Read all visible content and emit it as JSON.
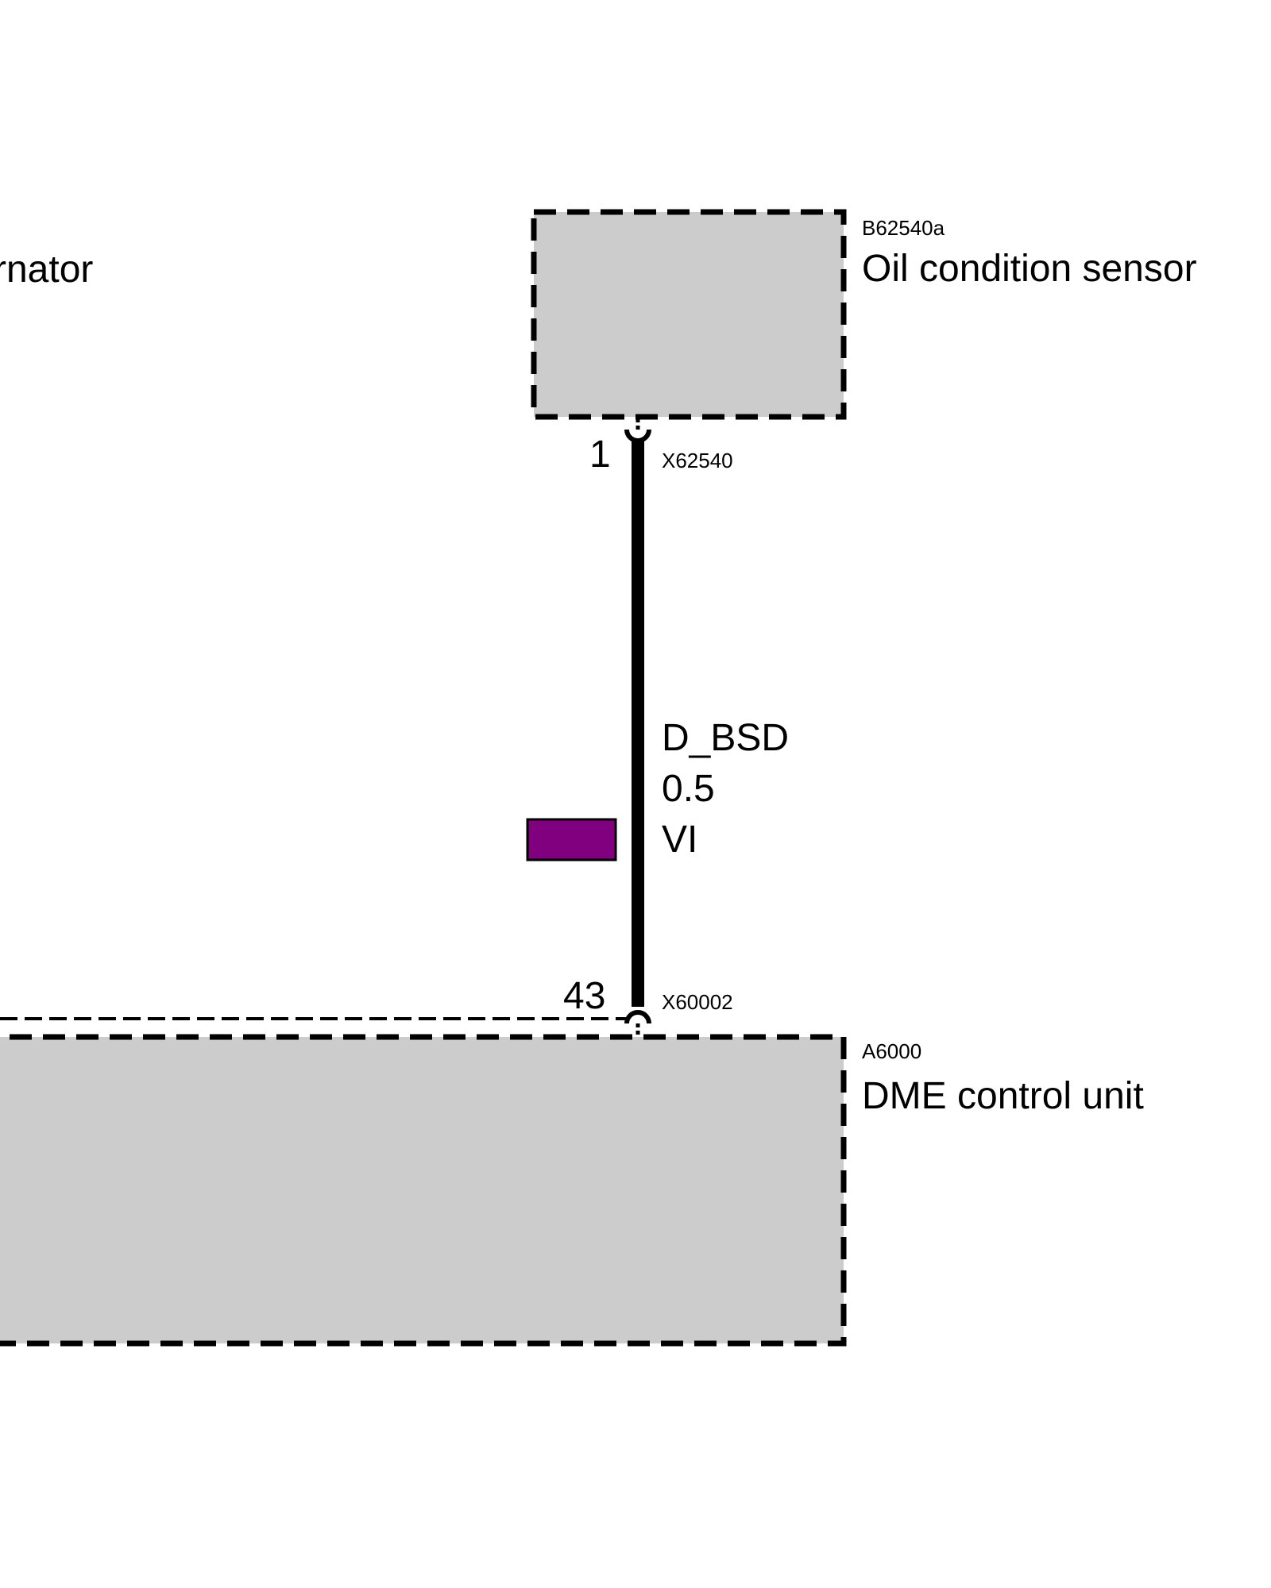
{
  "colors": {
    "component_fill": "#cccccc",
    "outline": "#000000",
    "wire_violet": "#800080",
    "background": "#ffffff"
  },
  "components": {
    "alternator": {
      "name_partial": "rnator"
    },
    "oil_condition_sensor": {
      "id": "B62540a",
      "name": "Oil condition sensor"
    },
    "dme_control_unit": {
      "id": "A6000",
      "name": "DME control unit"
    }
  },
  "connectors": {
    "sensor_side": {
      "id": "X62540",
      "pin": "1"
    },
    "dme_side": {
      "id": "X60002",
      "pin": "43"
    }
  },
  "wire": {
    "signal": "D_BSD",
    "cross_section": "0.5",
    "color_code": "VI",
    "swatch_color": "#800080"
  }
}
